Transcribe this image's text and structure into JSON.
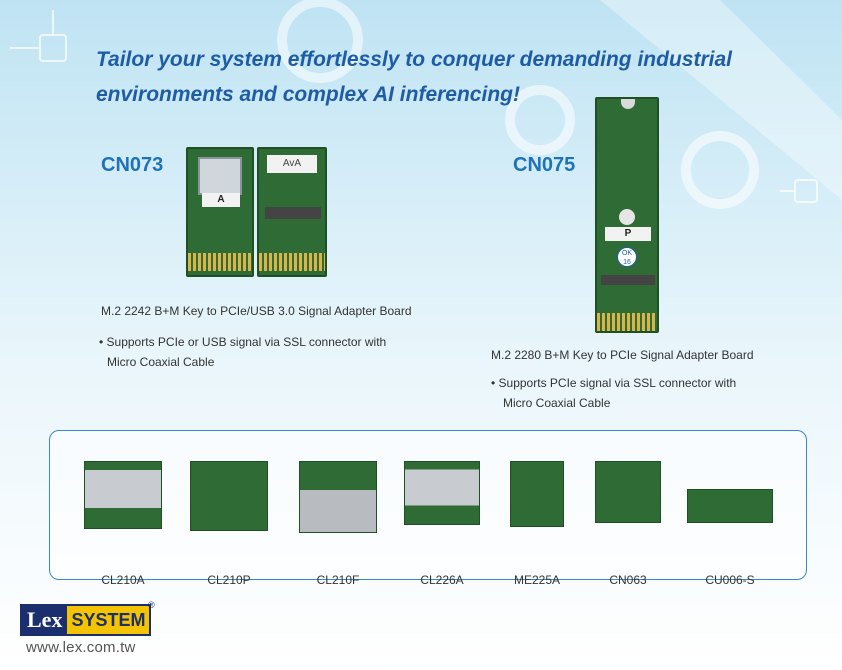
{
  "headline": {
    "line1": "Tailor your system effortlessly to conquer demanding industrial",
    "line2": "environments and complex AI inferencing!"
  },
  "cn073": {
    "model": "CN073",
    "board_labels": [
      "A",
      "AvA"
    ],
    "description": "M.2 2242 B+M Key to PCIe/USB 3.0 Signal Adapter Board",
    "bullet_line1": "• Supports PCIe or USB signal via SSL connector with",
    "bullet_line2": "Micro Coaxial Cable"
  },
  "cn075": {
    "model": "CN075",
    "board_label": "P",
    "badge_text": "OK 16",
    "description": "M.2 2280 B+M Key to PCIe Signal Adapter Board",
    "bullet_line1": "•  Supports PCIe signal via SSL connector with",
    "bullet_line2": "Micro Coaxial Cable"
  },
  "products": [
    {
      "name": "CL210A"
    },
    {
      "name": "CL210P"
    },
    {
      "name": "CL210F"
    },
    {
      "name": "CL226A"
    },
    {
      "name": "ME225A"
    },
    {
      "name": "CN063"
    },
    {
      "name": "CU006-S"
    }
  ],
  "brand": {
    "logo_lex": "Lex",
    "logo_system": "SYSTEM",
    "logo_mark": "®",
    "url": "www.lex.com.tw"
  },
  "colors": {
    "accent": "#1e73b8",
    "headline": "#1e5da6",
    "pcb_green": "#2f6b35",
    "logo_yellow": "#f5c400",
    "logo_navy": "#1b2f6e"
  }
}
